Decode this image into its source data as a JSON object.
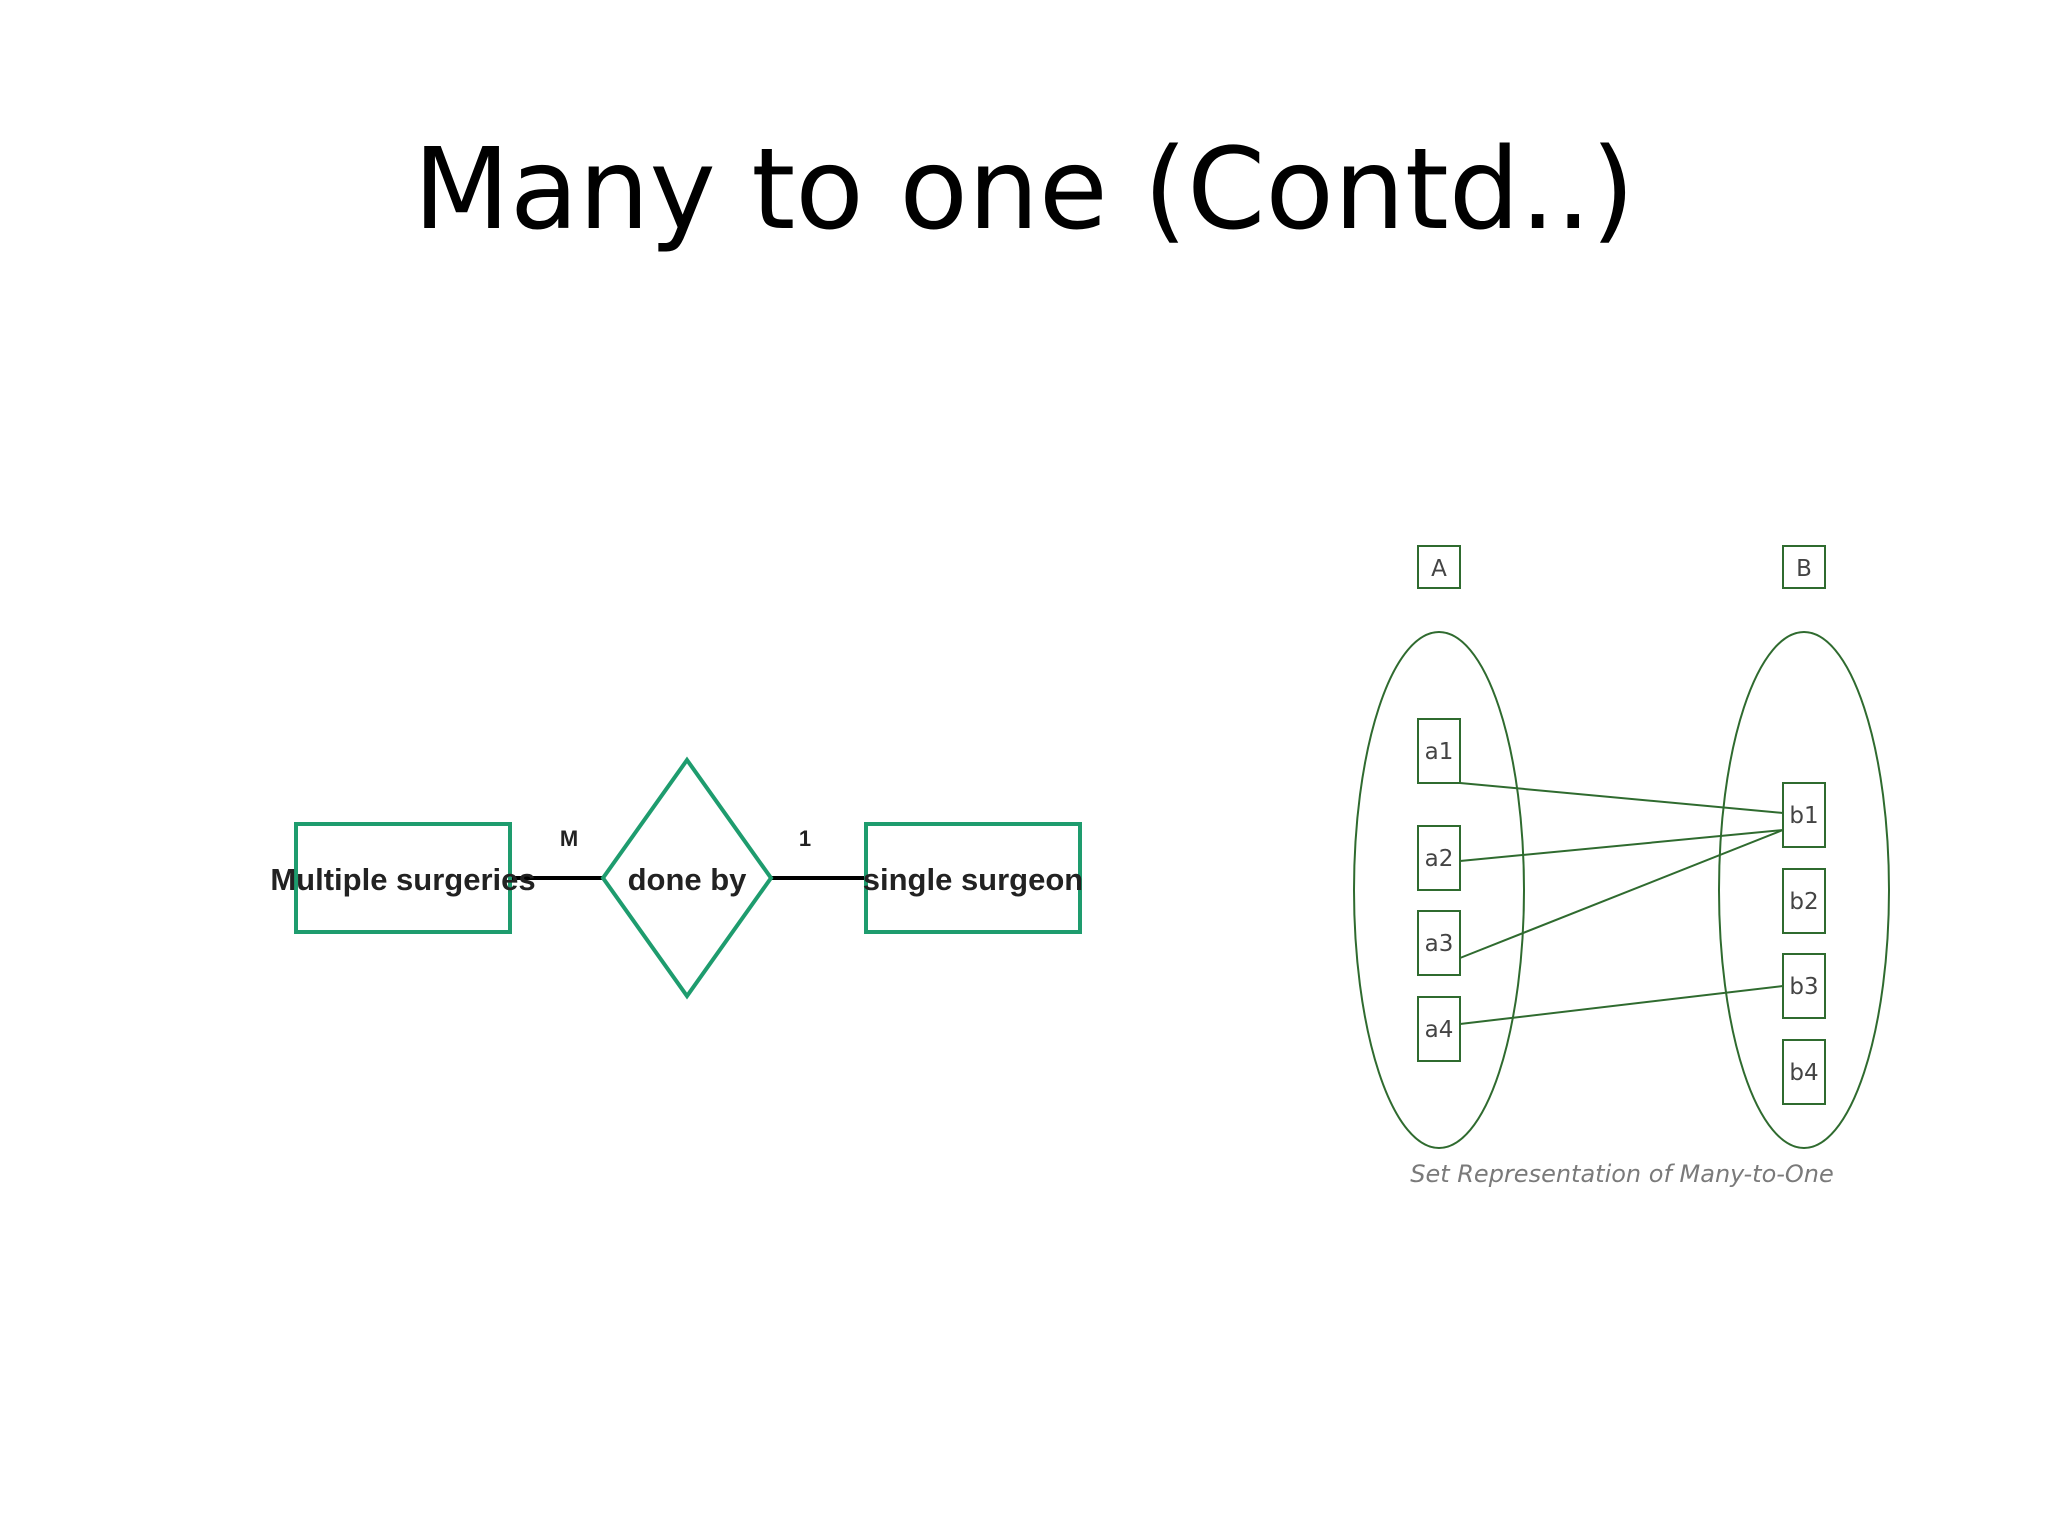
{
  "slide": {
    "title": "Many to one (Contd..)"
  },
  "colors": {
    "er_green": "#1e9c6e",
    "set_green": "#2f6b2f",
    "connector": "#000000"
  },
  "er_diagram": {
    "left_entity": "Multiple surgeries",
    "relationship": "done by",
    "right_entity": "single surgeon",
    "left_cardinality": "M",
    "right_cardinality": "1"
  },
  "set_diagram": {
    "set_a_label": "A",
    "set_b_label": "B",
    "a_items": [
      "a1",
      "a2",
      "a3",
      "a4"
    ],
    "b_items": [
      "b1",
      "b2",
      "b3",
      "b4"
    ],
    "mappings": [
      {
        "from": "a1",
        "to": "b1"
      },
      {
        "from": "a2",
        "to": "b1"
      },
      {
        "from": "a3",
        "to": "b1"
      },
      {
        "from": "a4",
        "to": "b3"
      }
    ],
    "caption": "Set Representation of Many-to-One"
  }
}
